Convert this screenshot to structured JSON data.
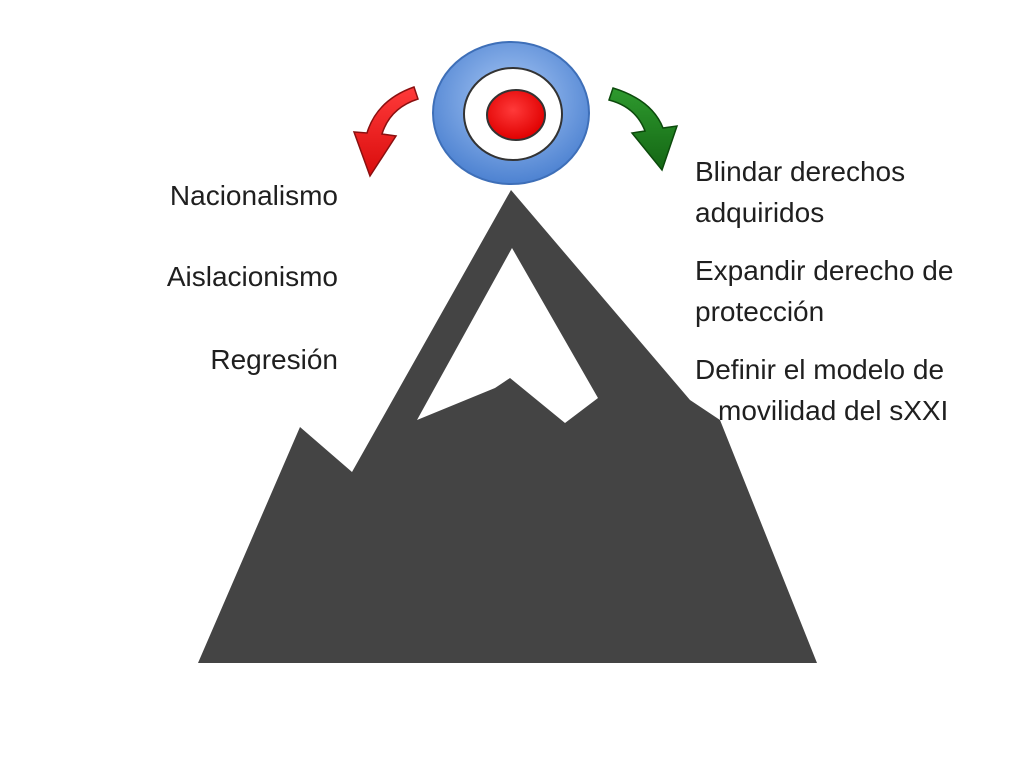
{
  "left_items": [
    "Nacionalismo",
    "Aislacionismo",
    "Regresión"
  ],
  "right_items": [
    [
      "Blindar derechos",
      "adquiridos"
    ],
    [
      "Expandir derecho de",
      "protección"
    ],
    [
      "Definir el modelo de",
      "movilidad del sXXI"
    ]
  ],
  "colors": {
    "mountain": "#444444",
    "target_outer": "#5b8fd8",
    "target_inner": "#ffffff",
    "target_core": "#ff0000",
    "arrow_left": "#e81b1b",
    "arrow_right": "#1e7d1e"
  },
  "icons": [
    "mountain-icon",
    "target-icon",
    "curved-arrow-left-icon",
    "curved-arrow-right-icon"
  ]
}
